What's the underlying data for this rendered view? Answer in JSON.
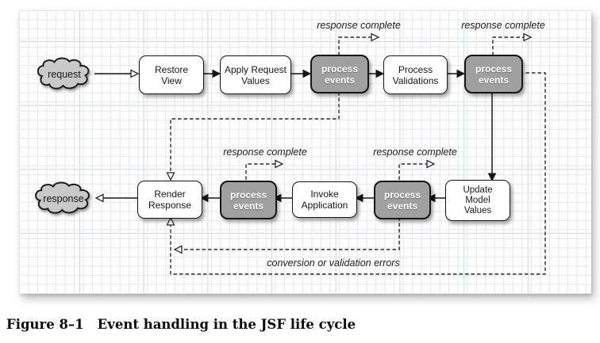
{
  "caption": {
    "figure_label": "Figure 8–1",
    "figure_title": "Event handling in the JSF life cycle"
  },
  "nodes": {
    "request": "request",
    "response": "response",
    "restore_view": "Restore\nView",
    "apply_request_values": "Apply Request\nValues",
    "process_events": "process\nevents",
    "process_validations": "Process\nValidations",
    "update_model_values": "Update\nModel\nValues",
    "invoke_application": "Invoke\nApplication",
    "render_response": "Render\nResponse"
  },
  "labels": {
    "response_complete": "response complete",
    "conversion_errors": "conversion or validation errors"
  },
  "colors": {
    "process_box_fill": "#a0a0a0",
    "cloud_fill": "#c9c9c9",
    "box_border": "#161616",
    "grid_minor": "#e4e7ea",
    "grid_major": "#d2d7da"
  }
}
